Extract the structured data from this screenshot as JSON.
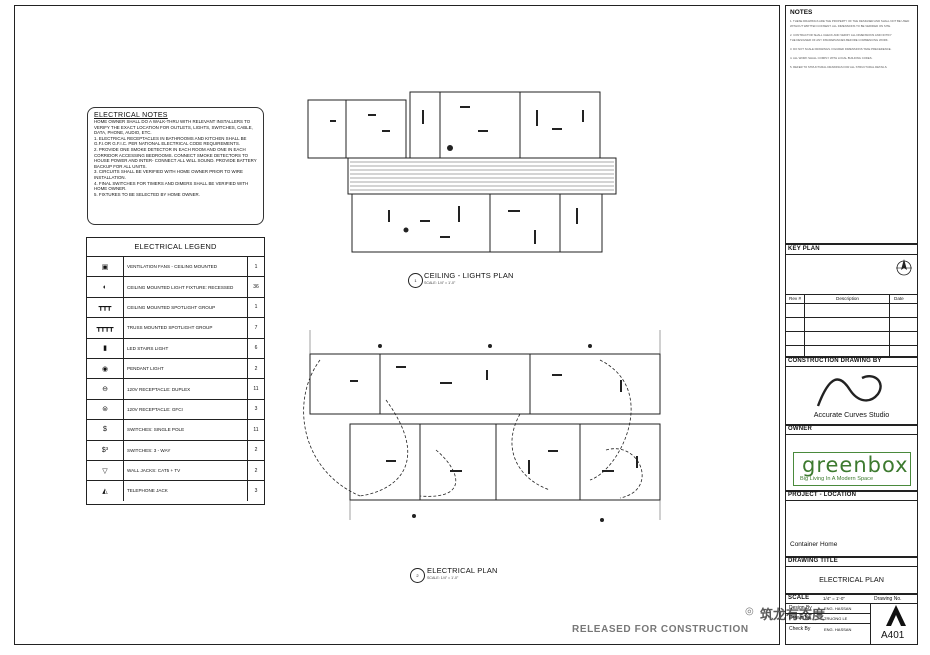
{
  "notes_box": {
    "title": "ELECTRICAL NOTES",
    "items": [
      "HOME OWNER SHALL DO A WALK-THRU WITH RELEVANT INSTALLERS TO VERIFY THE EXACT LOCATION FOR OUTLETS, LIGHTS, SWITCHES, CABLE, DATA, PHONE, AUDIO, ETC.",
      "1.    ELECTRICAL RECEPTACLES IN BATHROOMS AND KITCHEN SHALL BE G.F.I.OR G.F.I.C. PER NATIONAL ELECTRICAL      CODE REQUIREMENTS.",
      "2.    PROVIDE ONE SMOKE DETECTOR IN EACH ROOM AND ONE IN EACH CORRIDOR ACCESSING BEDROOMS. CONNECT SMOKE DETECTORS TO HOUSE POWER AND INTER- CONNECT ALL WILL SOUND. PROVIDE BATTERY    BACKUP FOR ALL UNITS.",
      "3.    CIRCUITS SHALL BE VERIFIED WITH HOME OWNER PRIOR TO WIRE INSTALLATION.",
      "4.    FINAL SWITCHES FOR TIMERS AND DIMERS SHALL BE VERIFIED WITH HOME OWNER.",
      "5.    FIXTURES TO BE SELECTED BY HOME OWNER."
    ]
  },
  "legend": {
    "title": "ELECTRICAL LEGEND",
    "rows": [
      {
        "symbol": "▣",
        "desc": "VENTILATION FANS - CEILING MOUNTED",
        "qty": "1"
      },
      {
        "symbol": "◐",
        "desc": "CEILING MOUNTED LIGHT FIXTURE: RECESSED",
        "qty": "36"
      },
      {
        "symbol": "┳┳┳",
        "desc": "CEILING MOUNTED SPOTLIGHT GROUP",
        "qty": "1"
      },
      {
        "symbol": "┳┳┳┳",
        "desc": "TRUSS MOUNTED SPOTLIGHT GROUP",
        "qty": "7"
      },
      {
        "symbol": "▮",
        "desc": "LED STAIRS LIGHT",
        "qty": "6"
      },
      {
        "symbol": "◉",
        "desc": "PENDANT LIGHT",
        "qty": "2"
      },
      {
        "symbol": "⊖",
        "desc": "120V RECEPTACLE: DUPLEX",
        "qty": "11"
      },
      {
        "symbol": "⊜",
        "desc": "120V RECEPTACLE: GFCI",
        "qty": "3"
      },
      {
        "symbol": "$",
        "desc": "SWITCHES: SINGLE POLE",
        "qty": "11"
      },
      {
        "symbol": "$³",
        "desc": "SWITCHES: 3 - WAY",
        "qty": "2"
      },
      {
        "symbol": "▽",
        "desc": "WALL JACKS: CAT5 + TV",
        "qty": "2"
      },
      {
        "symbol": "◭",
        "desc": "TELEPHONE JACK",
        "qty": "3"
      }
    ]
  },
  "plans": {
    "ceiling_title": "CEILING - LIGHTS PLAN",
    "ceiling_num": "1",
    "ceiling_scale": "SCALE: 1/4\" = 1'-0\"",
    "electrical_title": "ELECTRICAL PLAN",
    "electrical_num": "2",
    "electrical_scale": "SCALE: 1/4\" = 1'-0\""
  },
  "title_block": {
    "notes_head": "NOTES",
    "note_lines": [
      "1.  THESE DRAWINGS ARE THE PROPERTY OF THE DESIGNER AND SHALL NOT BE USED",
      "     WITHOUT WRITTEN CONSENT. ALL DIMENSIONS TO BE VERIFIED ON SITE.",
      "2.  CONTRACTOR SHALL CHECK AND VERIFY ALL DIMENSIONS AND NOTIFY",
      "     THE DESIGNER OF ANY DISCREPANCIES BEFORE COMMENCING WORK.",
      "3.  DO NOT SCALE DRAWINGS. FIGURED DIMENSIONS TAKE PRECEDENCE.",
      "4.  ALL WORK SHALL COMPLY WITH LOCAL BUILDING CODES.",
      "5.  REFER TO STRUCTURAL DRAWINGS FOR ALL STRUCTURAL DETAILS."
    ],
    "key_plan": "KEY PLAN",
    "rev_headers": [
      "Rev #",
      "Description",
      "Date"
    ],
    "construction_by": "CONSTRUCTION DRAWING BY",
    "studio": "Accurate Curves Studio",
    "owner": "OWNER",
    "brand_word": "greenbox",
    "brand_tag": "Big Living In A Modern Space",
    "project_location": "PROJECT - LOCATION",
    "project_name": "Container Home",
    "drawing_title_label": "DRAWING TITLE",
    "drawing_title": "ELECTRICAL PLAN",
    "scale_label": "SCALE",
    "scale_value": "1/4\" = 1'-0\"",
    "drawing_no_label": "Drawing No.",
    "design_by_label": "Design By",
    "design_by": "ENG. HASSAN",
    "drawn_by_label": "Drawn By",
    "drawn_by": "TRUONG LE",
    "check_by_label": "Check By",
    "check_by": "ENG. HASSAN",
    "sheet_number": "A401"
  },
  "footer": {
    "released": "RELEASED FOR CONSTRUCTION",
    "watermark": "筑龙有态度"
  }
}
